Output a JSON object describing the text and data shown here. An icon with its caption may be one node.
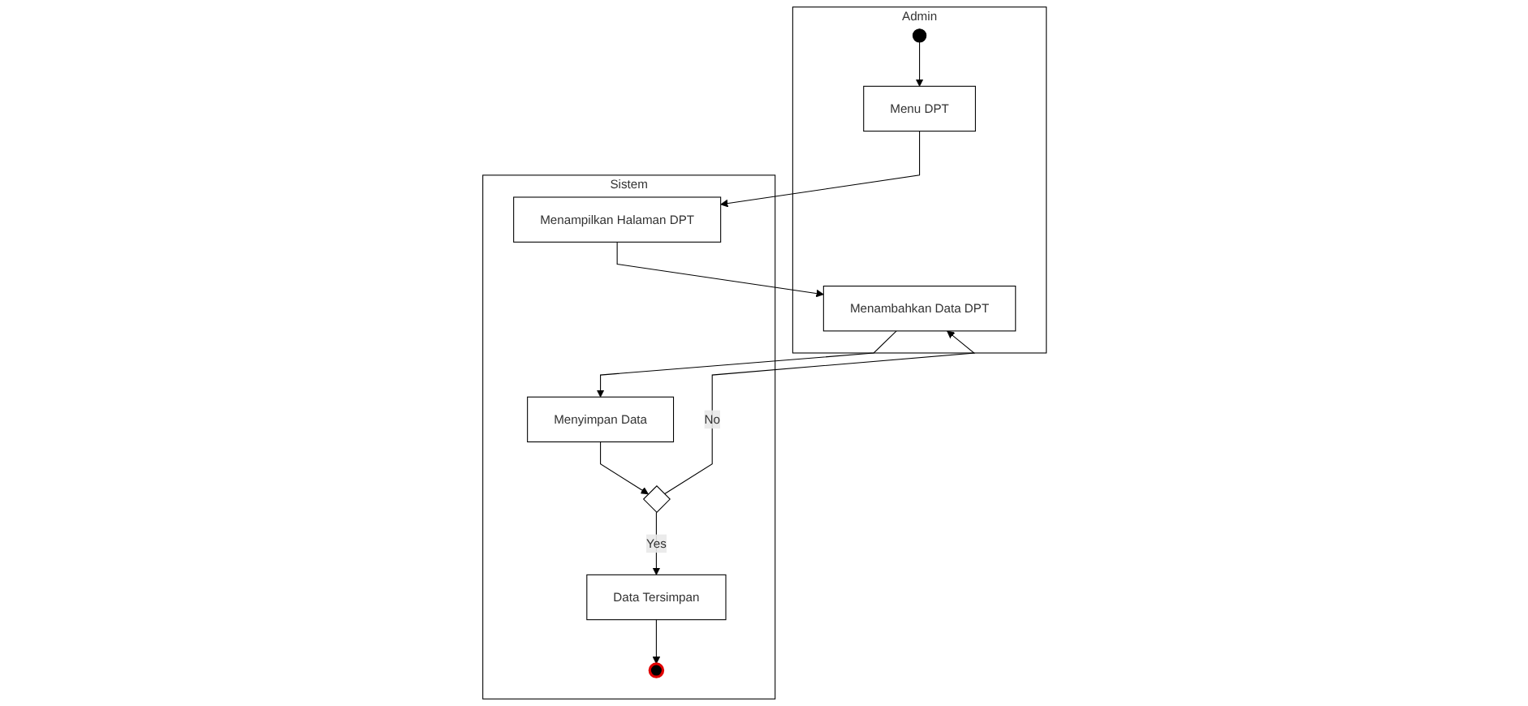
{
  "diagram": {
    "nodes": [
      {
        "text": [
          "Admin"
        ]
      },
      {
        "text": [
          "Sistem"
        ]
      },
      {
        "text": [],
        "shape": "circle",
        "in": 0
      },
      {
        "text": [
          "Menu DPT"
        ],
        "in": 0
      },
      {
        "text": [
          "Menampilkan Halaman DPT"
        ],
        "in": 1
      },
      {
        "text": [
          "Menambahkan Data DPT"
        ],
        "in": 0
      },
      {
        "text": [
          "Menyimpan Data"
        ],
        "in": 1
      },
      {
        "text": [],
        "shape": "diamond",
        "in": 1
      },
      {
        "text": [
          "Data Tersimpan"
        ],
        "in": 1
      },
      {
        "text": [],
        "shape": "circle",
        "in": 1
      }
    ],
    "edges": [
      {
        "from": 2,
        "to": 3,
        "arrow": "to"
      },
      {
        "from": 3,
        "to": 4,
        "arrow": "to"
      },
      {
        "from": 4,
        "to": 5,
        "arrow": "to"
      },
      {
        "from": 5,
        "to": 6,
        "arrow": "to"
      },
      {
        "from": 6,
        "to": 7,
        "arrow": "to"
      },
      {
        "from": 7,
        "to": 5,
        "arrow": "to",
        "label": "No"
      },
      {
        "from": 7,
        "to": 8,
        "arrow": "to",
        "label": "Yes"
      },
      {
        "from": 8,
        "to": 9,
        "arrow": "to"
      }
    ]
  }
}
